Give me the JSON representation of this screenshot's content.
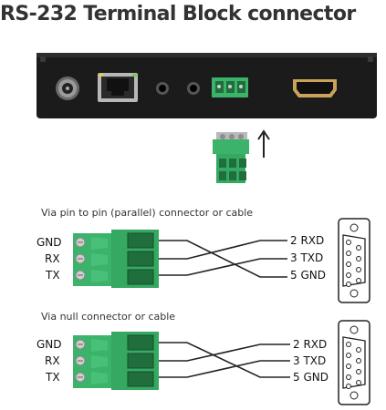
{
  "title": "RS-232 Terminal Block connector",
  "device": {
    "ports": [
      "dc-power-jack",
      "rj45-ethernet",
      "audio-jack",
      "audio-jack",
      "terminal-block",
      "hdmi"
    ],
    "case_color": "#1c1c1c",
    "terminal_color": "#3bb36a"
  },
  "sections": [
    {
      "label": "Via pin to pin (parallel) connector or cable",
      "left_pins": [
        "GND",
        "RX",
        "TX"
      ],
      "right_pins": [
        "2 RXD",
        "3 TXD",
        "5 GND"
      ]
    },
    {
      "label": "Via null connector or cable",
      "left_pins": [
        "GND",
        "RX",
        "TX"
      ],
      "right_pins": [
        "2 RXD",
        "3 TXD",
        "5 GND"
      ]
    }
  ]
}
